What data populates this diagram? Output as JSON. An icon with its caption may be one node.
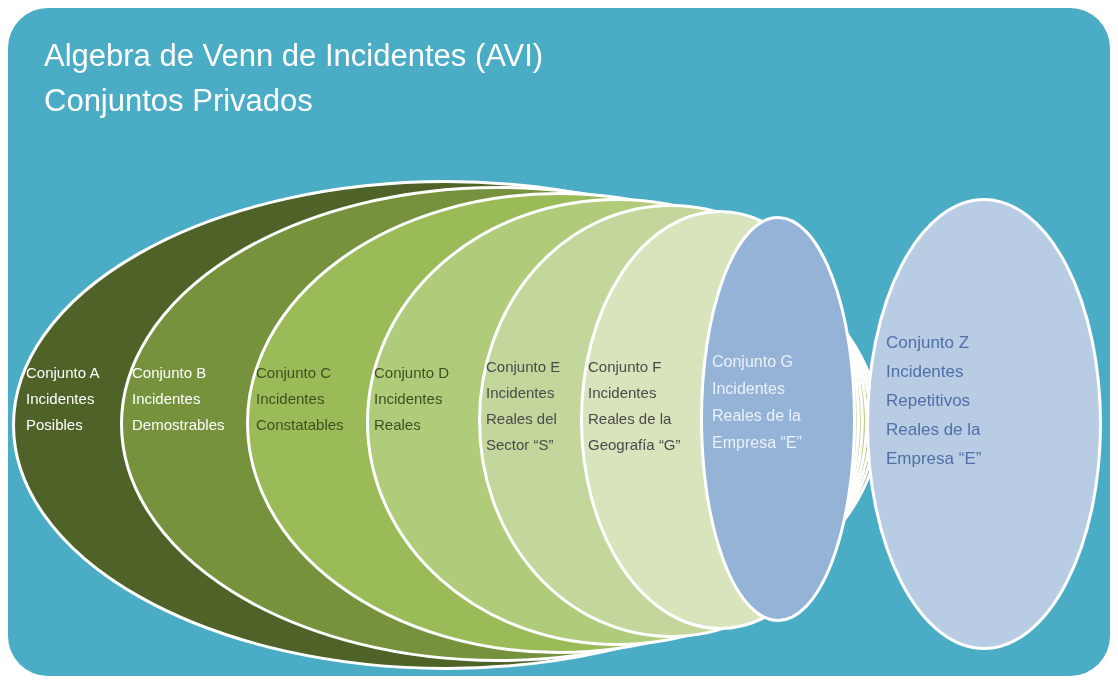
{
  "diagram": {
    "nodes": [
      {
        "text": [
          "Algebra de Venn de Incidentes (AVI)",
          "Conjuntos Privados"
        ]
      },
      {
        "text": [
          "Conjunto A Incidentes Posibles"
        ],
        "in": 0
      },
      {
        "text": [
          "Conjunto B Incidentes Demostrables"
        ],
        "in": 1
      },
      {
        "text": [
          "Conjunto C Incidentes Constatables"
        ],
        "in": 2
      },
      {
        "text": [
          "Conjunto D Incidentes Reales"
        ],
        "in": 3
      },
      {
        "text": [
          "Conjunto E Incidentes Reales del Sector “S”"
        ],
        "in": 4
      },
      {
        "text": [
          "Conjunto F Incidentes Reales de la Geografía “G”"
        ],
        "in": 5
      },
      {
        "text": [
          "Conjunto G Incidentes Reales de la Empresa “E”"
        ],
        "in": 6
      },
      {
        "text": [
          "Conjunto Z Incidentes Repetitivos Reales de la Empresa “E”"
        ],
        "in": 0
      }
    ],
    "edges": []
  }
}
